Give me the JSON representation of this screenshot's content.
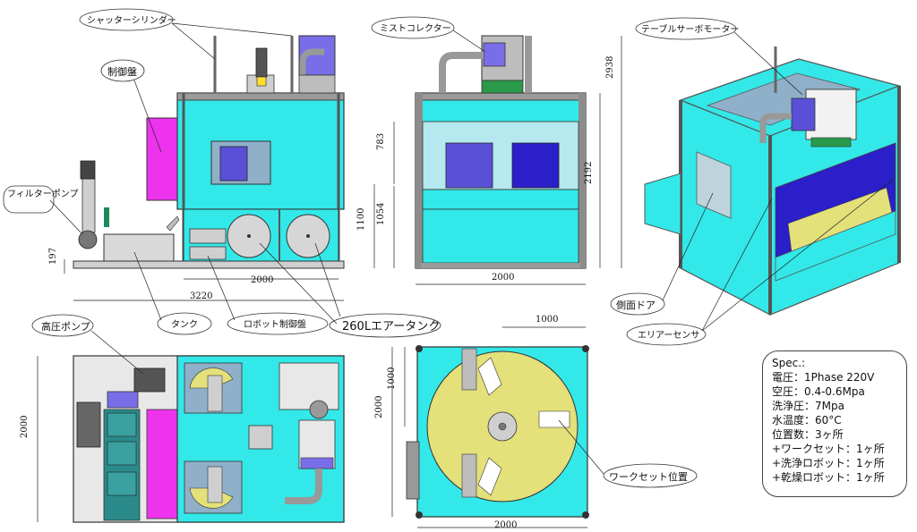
{
  "labels": {
    "shutter_cylinder": "シャッターシリンダー",
    "control_panel": "制御盤",
    "filter_pump": "フィルターポンプ",
    "tank": "タンク",
    "robot_control_panel": "ロボット制御盤",
    "air_tank": "260Lエアータンク",
    "mist_collector": "ミストコレクター",
    "table_servo_motor": "テーブルサーボモーター",
    "side_door": "側面ドア",
    "area_sensor": "エリアーセンサ",
    "high_pressure_pump": "高圧ポンプ",
    "work_set_position": "ワークセット位置"
  },
  "dimensions": {
    "front_height_base": "197",
    "front_width_inner": "2000",
    "front_width_total": "3220",
    "side_h_783": "783",
    "side_h_1100": "1100",
    "side_h_1054": "1054",
    "side_h_2192": "2192",
    "side_h_2938": "2938",
    "side_width": "2000",
    "plan_height": "2000",
    "table_w_top": "1000",
    "table_h_1000": "1000",
    "table_h_2000": "2000",
    "table_w_bottom": "2000"
  },
  "spec": {
    "title": "Spec.:",
    "lines": [
      "電圧：1Phase 220V",
      "空圧：0.4-0.6Mpa",
      "洗浄圧：7Mpa",
      "水温度：60°C",
      "位置数：3ヶ所",
      "+ワークセット：1ヶ所",
      "+洗浄ロボット：1ヶ所",
      "+乾燥ロボット：1ヶ所"
    ]
  },
  "colors": {
    "cyan": "#33e8e8",
    "magenta": "#ee33ee",
    "blue": "#5a50d8",
    "yellow": "#e4e07a",
    "frame": "#8c8c8c",
    "dark_frame": "#555555"
  }
}
